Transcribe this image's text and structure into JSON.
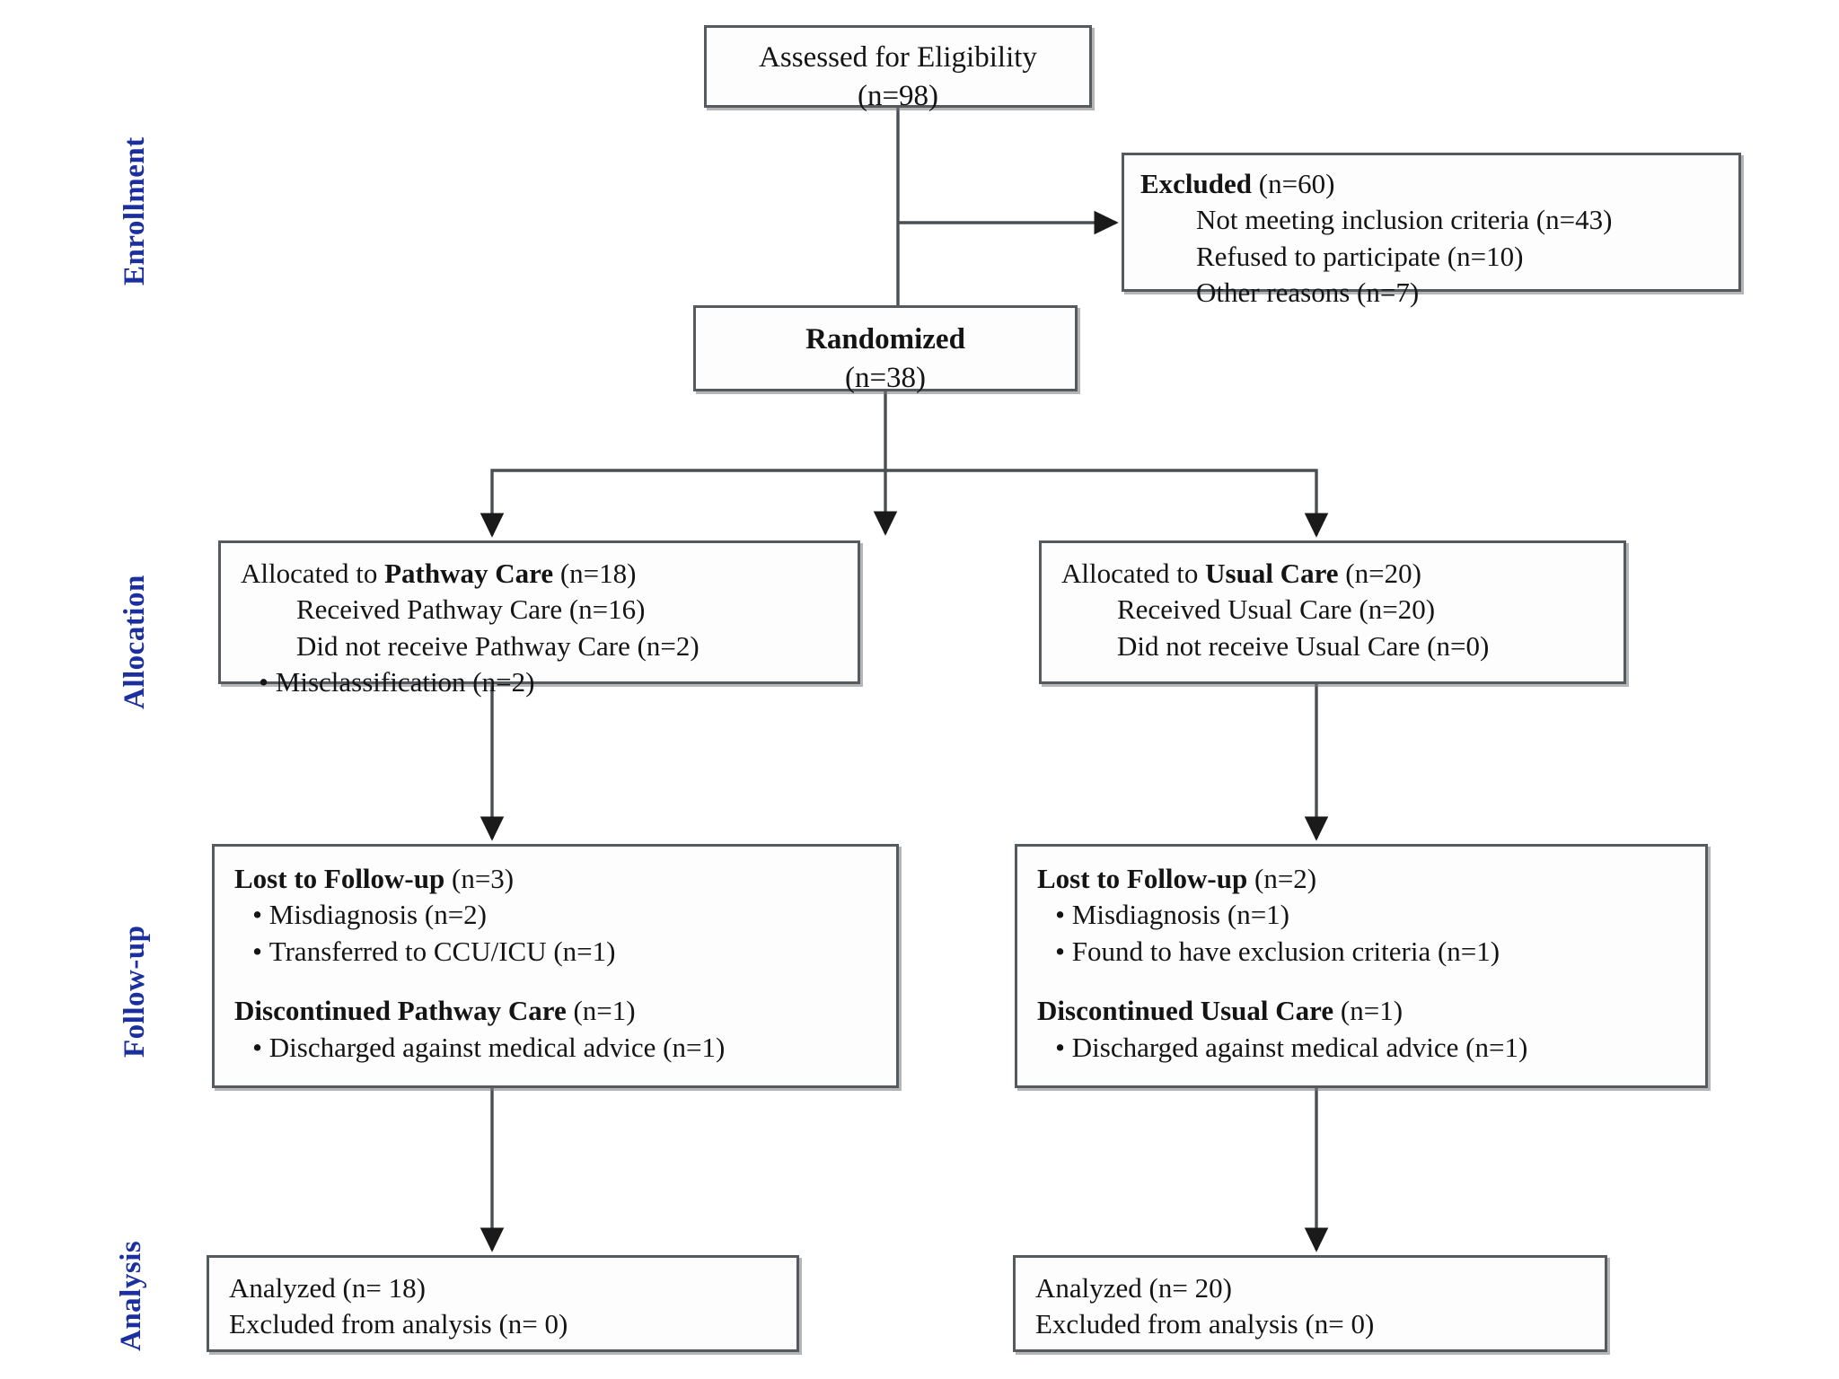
{
  "figure": {
    "type": "consort-flow-diagram",
    "accent_color": "#1c2f9e",
    "box_border_color": "#555a5e"
  },
  "stages": [
    {
      "id": "enrollment",
      "label": "Enrollment"
    },
    {
      "id": "allocation",
      "label": "Allocation"
    },
    {
      "id": "followup",
      "label": "Follow-up"
    },
    {
      "id": "analysis",
      "label": "Analysis"
    }
  ],
  "nodes": {
    "eligibility": {
      "line1": "Assessed for Eligibility",
      "line2": "(n=98)"
    },
    "excluded": {
      "title_bold": "Excluded",
      "title_count": " (n=60)",
      "reasons": [
        "Not meeting inclusion criteria (n=43)",
        "Refused to participate (n=10)",
        "Other reasons (n=7)"
      ]
    },
    "randomized": {
      "line1": "Randomized",
      "line2": "(n=38)"
    },
    "allocation_left": {
      "alloc_prefix": "Allocated to ",
      "alloc_bold": "Pathway Care",
      "alloc_suffix": " (n=18)",
      "received": "Received Pathway Care (n=16)",
      "not_received": "Did not receive Pathway Care (n=2)",
      "bullets": [
        "Misclassification (n=2)"
      ]
    },
    "allocation_right": {
      "alloc_prefix": "Allocated to ",
      "alloc_bold": "Usual Care",
      "alloc_suffix": " (n=20)",
      "received": "Received Usual Care (n=20)",
      "not_received": "Did not receive Usual Care (n=0)",
      "bullets": []
    },
    "followup_left": {
      "lost_bold": "Lost to Follow-up",
      "lost_count": " (n=3)",
      "lost_bullets": [
        "Misdiagnosis (n=2)",
        "Transferred to CCU/ICU (n=1)"
      ],
      "disc_bold": "Discontinued Pathway Care",
      "disc_count": " (n=1)",
      "disc_bullets": [
        "Discharged against medical advice (n=1)"
      ]
    },
    "followup_right": {
      "lost_bold": "Lost to Follow-up",
      "lost_count": " (n=2)",
      "lost_bullets": [
        "Misdiagnosis (n=1)",
        "Found to have exclusion criteria (n=1)"
      ],
      "disc_bold": "Discontinued Usual Care",
      "disc_count": " (n=1)",
      "disc_bullets": [
        "Discharged against medical advice (n=1)"
      ]
    },
    "analysis_left": {
      "analyzed": "Analyzed (n= 18)",
      "excluded_from_analysis": "Excluded from analysis (n= 0)"
    },
    "analysis_right": {
      "analyzed": "Analyzed (n= 20)",
      "excluded_from_analysis": "Excluded from analysis (n= 0)"
    }
  }
}
